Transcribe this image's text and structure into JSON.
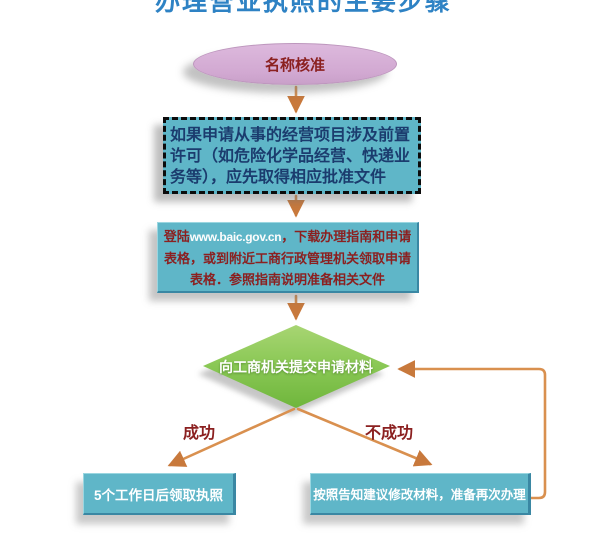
{
  "title": {
    "text": "办理营业执照的主要步骤"
  },
  "nodes": {
    "start": {
      "label": "名称核准"
    },
    "precheck": {
      "text": "如果申请从事的经营项目涉及前置许可（如危险化学品经营、快递业务等），应先取得相应批准文件"
    },
    "prepare": {
      "line1_prefix": "登陆",
      "line1_link": "www.baic.gov.cn",
      "line1_rest": "，下载办理指南和申请",
      "line2": "表格，或到附近工商行政管理机关领取申请",
      "line3": "表格．参照指南说明准备相关文件"
    },
    "decision": {
      "label": "向工商机关提交申请材料"
    },
    "result_success": {
      "label": "5个工作日后领取执照"
    },
    "result_fail": {
      "label": "按照告知建议修改材料，准备再次办理"
    }
  },
  "edges": {
    "success_label": "成功",
    "fail_label": "不成功"
  },
  "colors": {
    "title_blue": "#2e82c4",
    "box_teal": "#5fb6c8",
    "ellipse_pink": "#d2a9d2",
    "diamond_green_light": "#a8d573",
    "diamond_green_dark": "#6fb63c",
    "arrow_orange": "#d9904f",
    "arrow_head": "#c8793c",
    "dark_red_text": "#8b2020",
    "navy_text": "#1b3c6e",
    "white_text": "#ffffff"
  }
}
